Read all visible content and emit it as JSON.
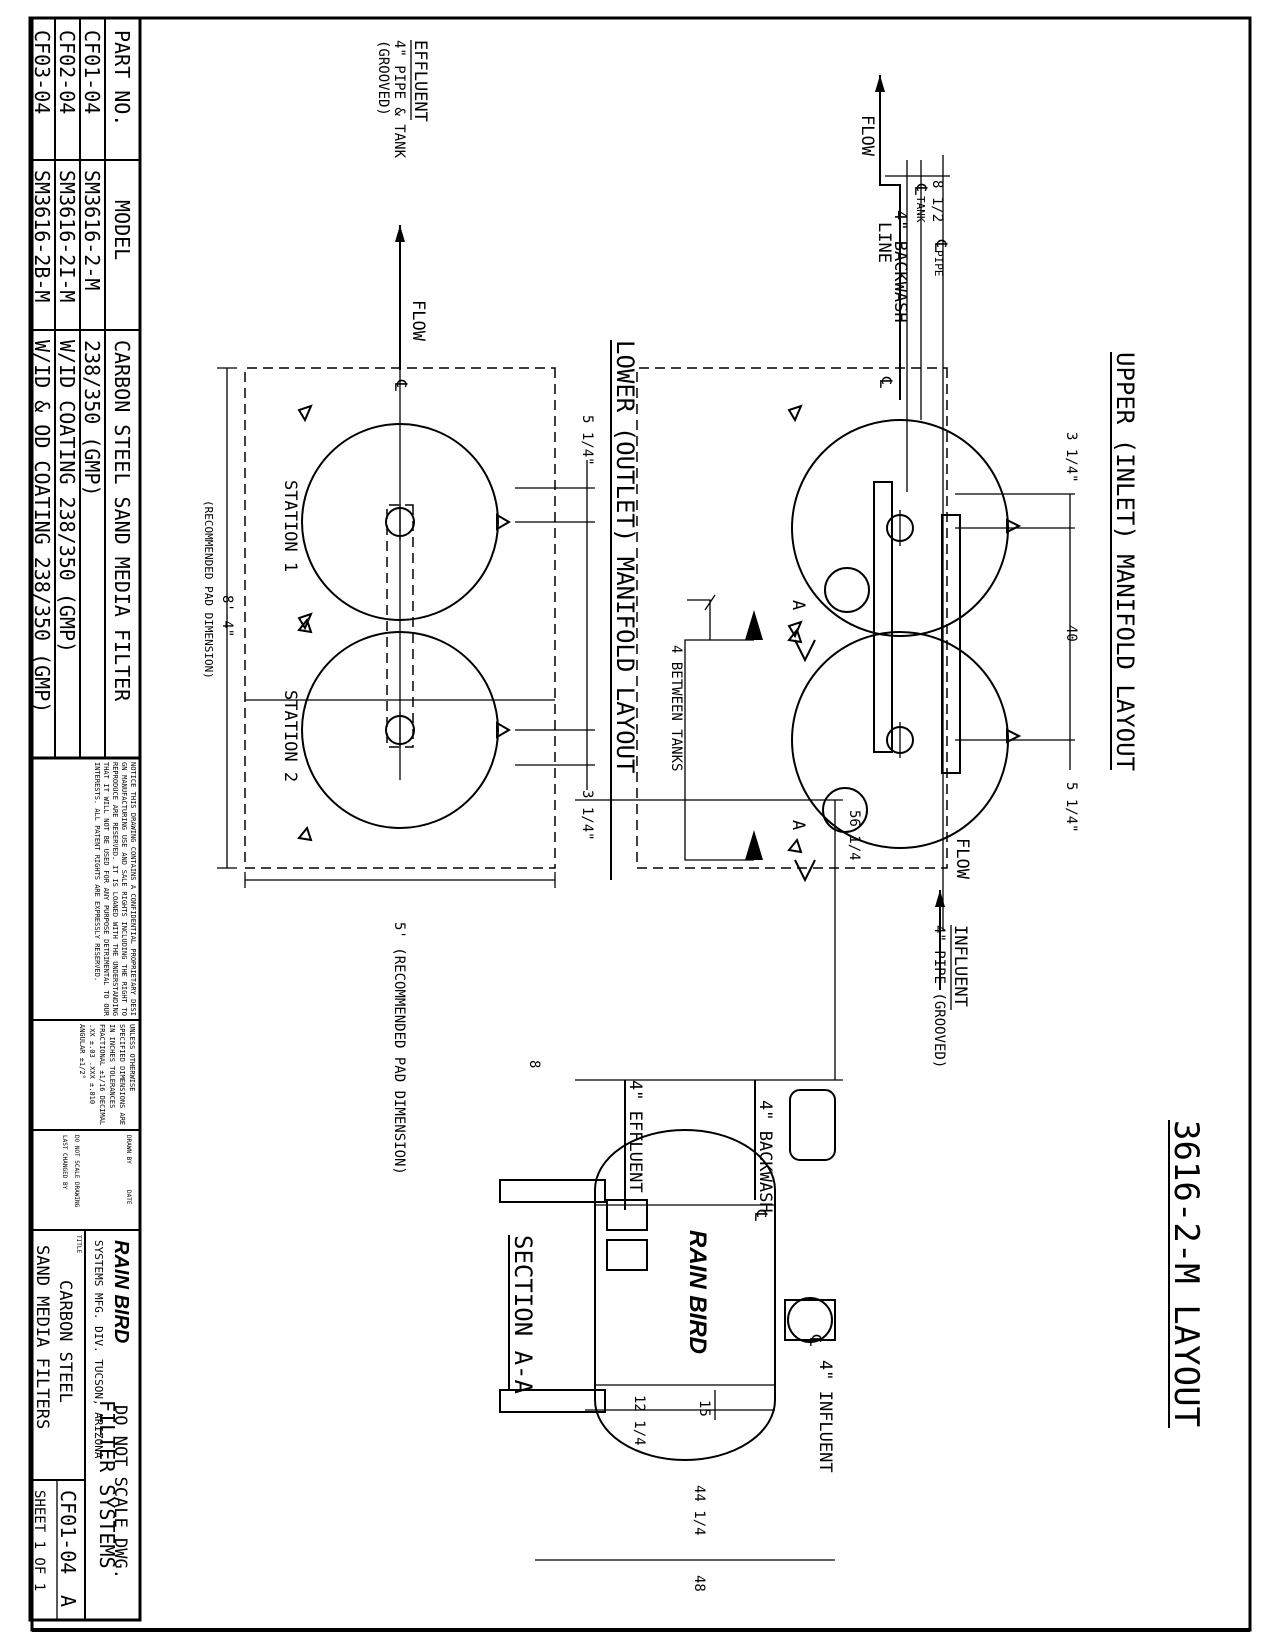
{
  "drawing": {
    "main_title": "3616-2-M LAYOUT",
    "upper_title": "UPPER (INLET) MANIFOLD LAYOUT",
    "lower_title": "LOWER (OUTLET) MANIFOLD LAYOUT",
    "section_title": "SECTION A-A",
    "do_not_scale": "DO NOT SCALE DWG.",
    "section_marker": "A"
  },
  "upper": {
    "flow_top": "FLOW",
    "flow_bottom": "FLOW",
    "influent": "INFLUENT",
    "influent_pipe": "4\" PIPE (GROOVED)",
    "backwash_size": "4\" BACKWASH",
    "backwash_line": "LINE",
    "dim_8_1_2": "8 1/2",
    "cl_tank": "TANK",
    "cl_pipe": "PIPE",
    "dim_3_1_4": "3 1/4\"",
    "dim_40": "40",
    "dim_5_1_4": "5 1/4\"",
    "between_tanks": "4 BETWEEN TANKS",
    "centerline_symbol": "℄"
  },
  "lower": {
    "effluent": "EFFLUENT",
    "effluent_pipe": "4\" PIPE & TANK",
    "grooved": "(GROOVED)",
    "flow": "FLOW",
    "dim_5_1_4": "5 1/4\"",
    "dim_3_1_4": "3 1/4\"",
    "station_1": "STATION 1",
    "station_2": "STATION 2",
    "pad_8_4": "8'-4\"",
    "pad_8_4_note": "(RECOMMENDED PAD DIMENSION)",
    "pad_5": "5' (RECOMMENDED PAD DIMENSION)"
  },
  "section": {
    "backwash": "4\" BACKWASH",
    "effluent": "4\" EFFLUENT",
    "influent": "4\" INFLUENT",
    "dim_56_1_4": "56 1/4",
    "dim_8": "8",
    "dim_15": "15",
    "dim_12_1_4": "12 1/4",
    "dim_44_1_4": "44 1/4",
    "dim_48": "48",
    "logo": "RAIN BIRD"
  },
  "parts_table": {
    "headers": [
      "PART NO.",
      "MODEL",
      "CARBON STEEL SAND MEDIA FILTER"
    ],
    "rows": [
      [
        "CF01-04",
        "SM3616-2-M",
        "238/350 (GMP)"
      ],
      [
        "CF02-04",
        "SM3616-2I-M",
        "W/ID COATING 238/350 (GMP)"
      ],
      [
        "CF03-04",
        "SM3616-2B-M",
        "W/ID & OD COATING 238/350 (GMP)"
      ]
    ]
  },
  "title_block": {
    "notice": "NOTICE THIS DRAWING CONTAINS A CONFIDENTIAL PROPRIETARY DESIGN MANUFACTURING USE AND SALE RIGHTS INCLUDING THE RIGHT TO REPRODUCE ARE RESERVED. IT IS LOANED WITH THE UNDERSTANDING THAT IT WILL NOT BE USED FOR ANY PURPOSE DETRIMENTAL TO OUR INTERESTS. ALL PATENT RIGHTS ARE EXPRESSLY RESERVED.",
    "tolerances": "UNLESS OTHERWISE SPECIFIED DIMENSIONS ARE IN INCHES TOLERANCES FRACTIONAL ±1/16 DECIMAL .XX ±.03 .XXX ±.010 ANGULAR ±1/2°",
    "drawn_by": "DRAWN BY",
    "date": "DATE",
    "scale_note": "DO NOT SCALE DRAWING",
    "last_changed": "LAST CHANGED BY",
    "company_logo": "RAIN BIRD",
    "company": "SYSTEMS MFG. DIV. TUCSON, ARIZONA",
    "product_line": "FILTER SYSTEMS",
    "title_label": "TITLE",
    "title_line1": "CARBON STEEL",
    "title_line2": "SAND MEDIA FILTERS",
    "drawing_number": "CF01-04",
    "revision": "A",
    "sheet": "SHEET 1 OF 1"
  }
}
